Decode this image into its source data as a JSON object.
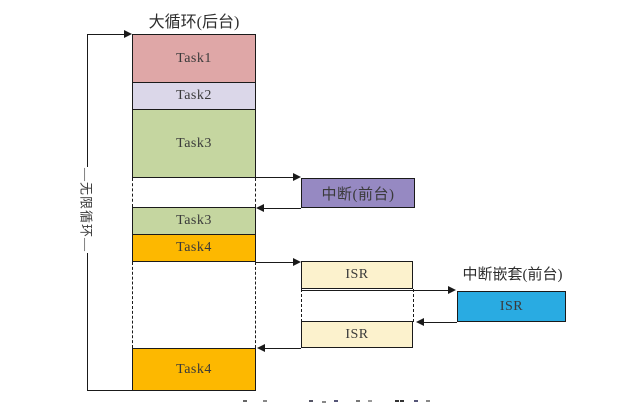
{
  "title": "大循环(后台)",
  "loop": {
    "label": "—无限循环—"
  },
  "background": {
    "tasks": [
      {
        "label": "Task1",
        "color": "#dfa7a7"
      },
      {
        "label": "Task2",
        "color": "#dbd7e9"
      },
      {
        "label": "Task3",
        "color": "#c5d6a0"
      },
      {
        "label": "Task3",
        "color": "#c5d6a0"
      },
      {
        "label": "Task4",
        "color": "#fdb800"
      },
      {
        "label": "Task4",
        "color": "#fdb800"
      }
    ]
  },
  "foreground": {
    "interrupt": {
      "label": "中断(前台)",
      "color": "#9689c2"
    },
    "isr1": {
      "label": "ISR",
      "color": "#fcf2cd"
    },
    "isr2": {
      "label": "ISR",
      "color": "#fcf2cd"
    },
    "nested": {
      "title": "中断嵌套(前台)",
      "isr": {
        "label": "ISR",
        "color": "#29abe2"
      }
    }
  },
  "colors": {
    "line": "#1a1a1a",
    "text": "#3a3a3a"
  }
}
